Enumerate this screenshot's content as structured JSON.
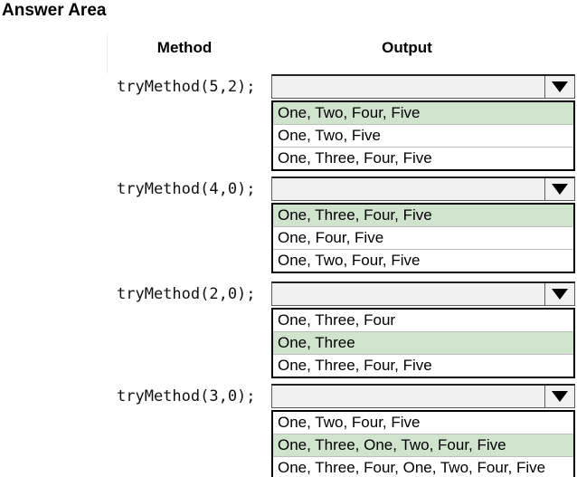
{
  "title": "Answer Area",
  "columns": {
    "method": "Method",
    "output": "Output"
  },
  "colors": {
    "selected_bg": "#cfe3cd",
    "select_bg": "#f1f1f1",
    "list_border": "#000000",
    "row_divider": "#bfbfbf"
  },
  "icons": {
    "dropdown_caret": "caret-down-icon"
  },
  "groups": [
    {
      "method": "tryMethod(5,2);",
      "value": "",
      "options": [
        {
          "label": "One, Two, Four, Five",
          "selected": true
        },
        {
          "label": "One, Two, Five",
          "selected": false
        },
        {
          "label": "One, Three, Four, Five",
          "selected": false
        }
      ]
    },
    {
      "method": "tryMethod(4,0);",
      "value": "",
      "options": [
        {
          "label": "One, Three, Four, Five",
          "selected": true
        },
        {
          "label": "One, Four, Five",
          "selected": false
        },
        {
          "label": "One, Two, Four, Five",
          "selected": false
        }
      ]
    },
    {
      "method": "tryMethod(2,0);",
      "value": "",
      "options": [
        {
          "label": "One, Three, Four",
          "selected": false
        },
        {
          "label": "One, Three",
          "selected": true
        },
        {
          "label": "One, Three, Four, Five",
          "selected": false
        }
      ]
    },
    {
      "method": "tryMethod(3,0);",
      "value": "",
      "options": [
        {
          "label": "One, Two, Four, Five",
          "selected": false
        },
        {
          "label": "One, Three, One, Two, Four, Five",
          "selected": true
        },
        {
          "label": "One, Three, Four, One, Two, Four, Five",
          "selected": false
        }
      ]
    }
  ]
}
